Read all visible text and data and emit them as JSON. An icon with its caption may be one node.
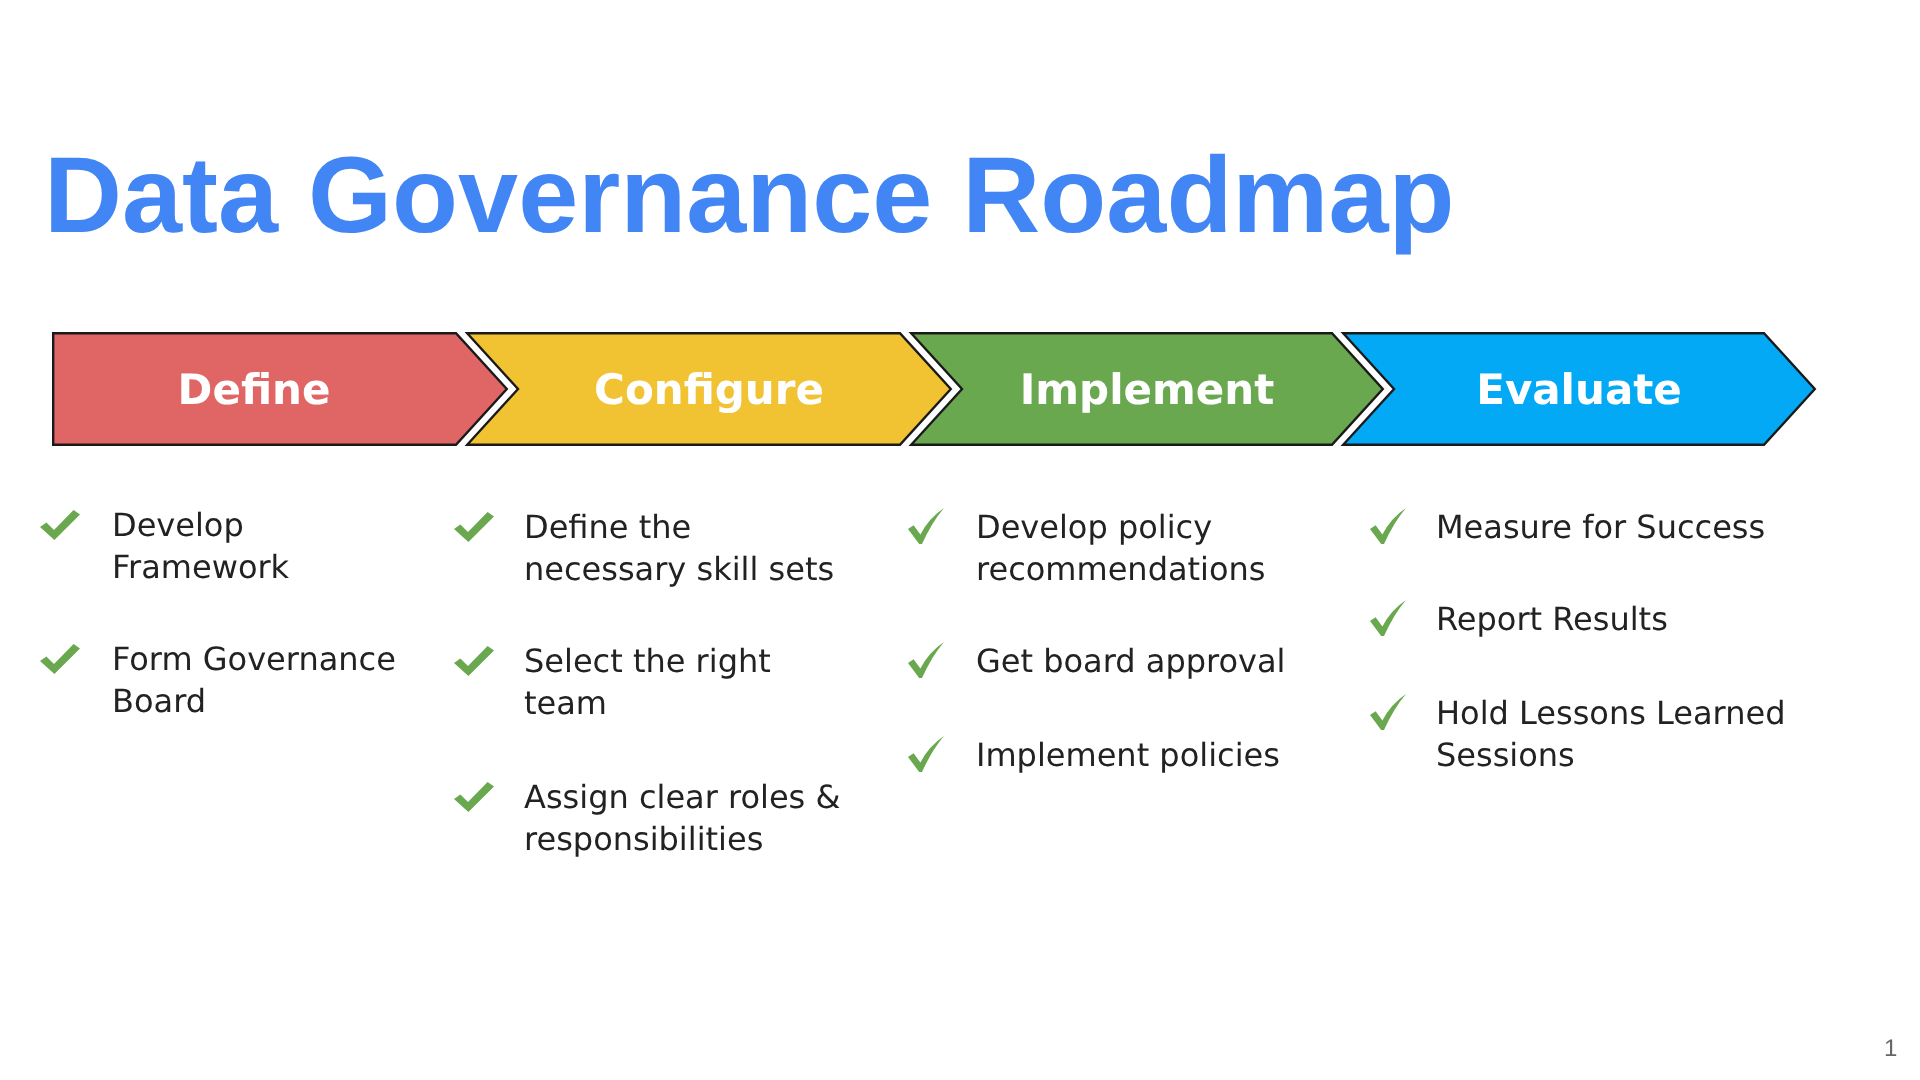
{
  "diagram": {
    "title": "Data Governance Roadmap",
    "nodes": [
      {
        "text": [
          "Define"
        ],
        "beside": [
          "Develop Framework",
          "Form Governance Board"
        ]
      },
      {
        "text": [
          "Configure"
        ],
        "beside": [
          "Define the necessary skill sets",
          "Select the right team",
          "Assign clear roles & responsibilities"
        ]
      },
      {
        "text": [
          "Implement"
        ],
        "beside": [
          "Develop policy recommendations",
          "Get board approval",
          "Implement policies"
        ]
      },
      {
        "text": [
          "Evaluate"
        ],
        "beside": [
          "Measure for Success",
          "Report Results",
          "Hold Lessons Learned Sessions"
        ]
      }
    ],
    "labels": [
      "1"
    ]
  }
}
